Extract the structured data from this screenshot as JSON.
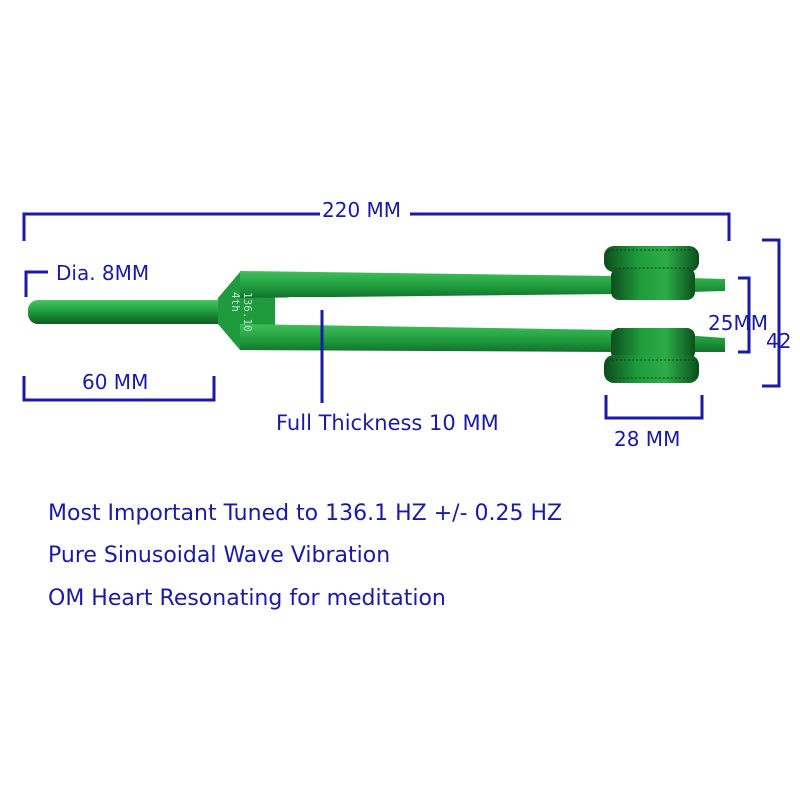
{
  "dimensions": {
    "length": "220 MM",
    "stem_diameter": "Dia. 8MM",
    "stem_length": "60 MM",
    "thickness": "Full Thickness 10 MM",
    "weight_diameter": "28 MM",
    "prong_gap": "25MM",
    "total_height": "42"
  },
  "engraving": {
    "line1": "136.10",
    "line2": "4th"
  },
  "features": [
    "Most Important Tuned to 136.1 HZ +/- 0.25 HZ",
    "Pure Sinusoidal Wave Vibration",
    "OM Heart Resonating for meditation"
  ],
  "colors": {
    "annotation": "#1a1aa8",
    "fork_green": "#1f9a3c",
    "fork_dark": "#0e5c22",
    "fork_light": "#3fc45c"
  }
}
